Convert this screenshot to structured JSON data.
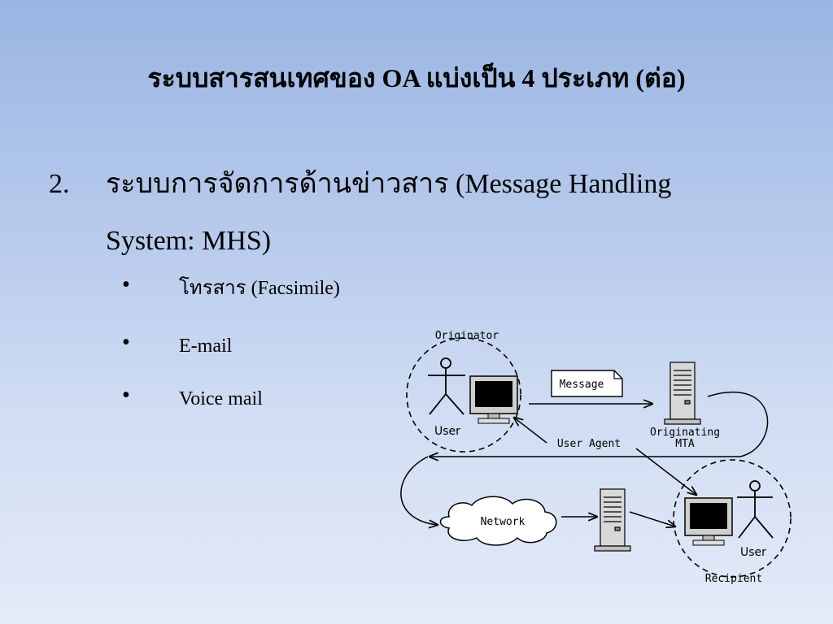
{
  "slide": {
    "title": "ระบบสารสนเทศของ OA แบ่งเป็น 4 ประเภท (ต่อ)",
    "point": {
      "number": "2.",
      "text": "ระบบการจัดการด้านข่าวสาร (Message Handling System: MHS)"
    },
    "bullets": [
      {
        "symbol": "•",
        "text": "โทรสาร (Facsimile)"
      },
      {
        "symbol": "•",
        "text": "E-mail"
      },
      {
        "symbol": "•",
        "text": "Voice mail"
      }
    ]
  },
  "diagram": {
    "labels": {
      "originator": "Originator",
      "sender_user": "User",
      "message": "Message",
      "originating_mta_line1": "Originating",
      "originating_mta_line2": "MTA",
      "user_agent": "User Agent",
      "network": "Network",
      "recipient_user": "User",
      "recipient": "Recipient"
    },
    "icons": [
      "user-figure-icon",
      "monitor-icon",
      "server-icon",
      "cloud-icon",
      "document-icon"
    ]
  }
}
